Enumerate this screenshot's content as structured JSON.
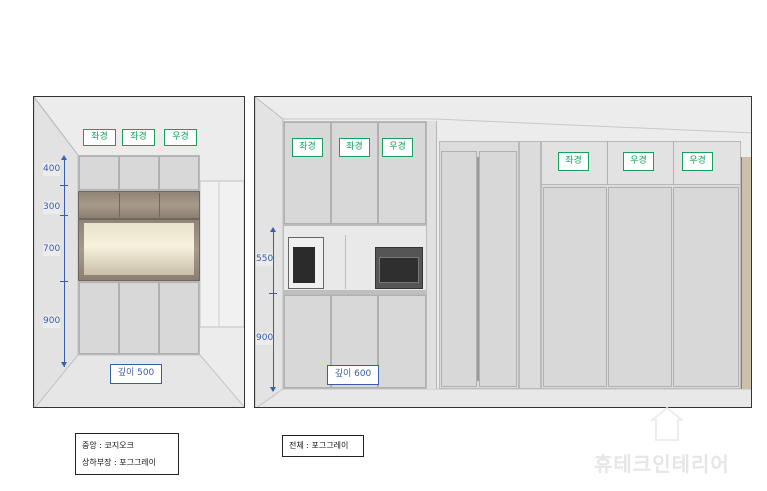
{
  "left_view": {
    "tags": [
      "좌경",
      "좌경",
      "우경"
    ],
    "dimensions": [
      "400",
      "300",
      "700",
      "900"
    ],
    "depth_label": "깊이 500"
  },
  "right_view": {
    "tags_left": [
      "좌경",
      "좌경",
      "우경"
    ],
    "tags_right": [
      "좌경",
      "우경",
      "우경"
    ],
    "dimensions": [
      "550",
      "900"
    ],
    "depth_label": "깊이 600"
  },
  "notes": {
    "left_line1": "중앙 : 코지오크",
    "left_line2": "상하부장 : 포그그레이",
    "right_line1": "전체 : 포그그레이"
  },
  "watermark": "휴테크인테리어",
  "colors": {
    "tag_green": "#17a05d",
    "dimension_blue": "#3a5da8"
  }
}
